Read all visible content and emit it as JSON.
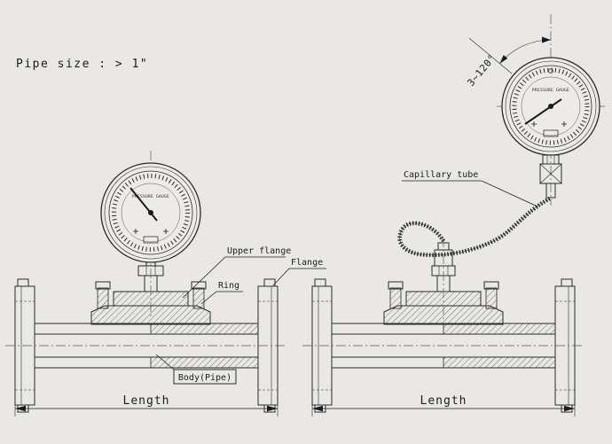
{
  "drawing": {
    "note": "Pipe size : > 1\"",
    "gauge_label": "PRESSURE GAUGE",
    "labels": {
      "upper_flange": "Upper flange",
      "flange": "Flange",
      "ring": "Ring",
      "body_pipe": "Body(Pipe)",
      "capillary_tube": "Capillary tube",
      "angle_range": "3~120°"
    },
    "dimensions": {
      "left_length": "Length",
      "right_length": "Length"
    },
    "colors": {
      "background": "#e9e8e6",
      "line": "#2b2b2b"
    }
  }
}
